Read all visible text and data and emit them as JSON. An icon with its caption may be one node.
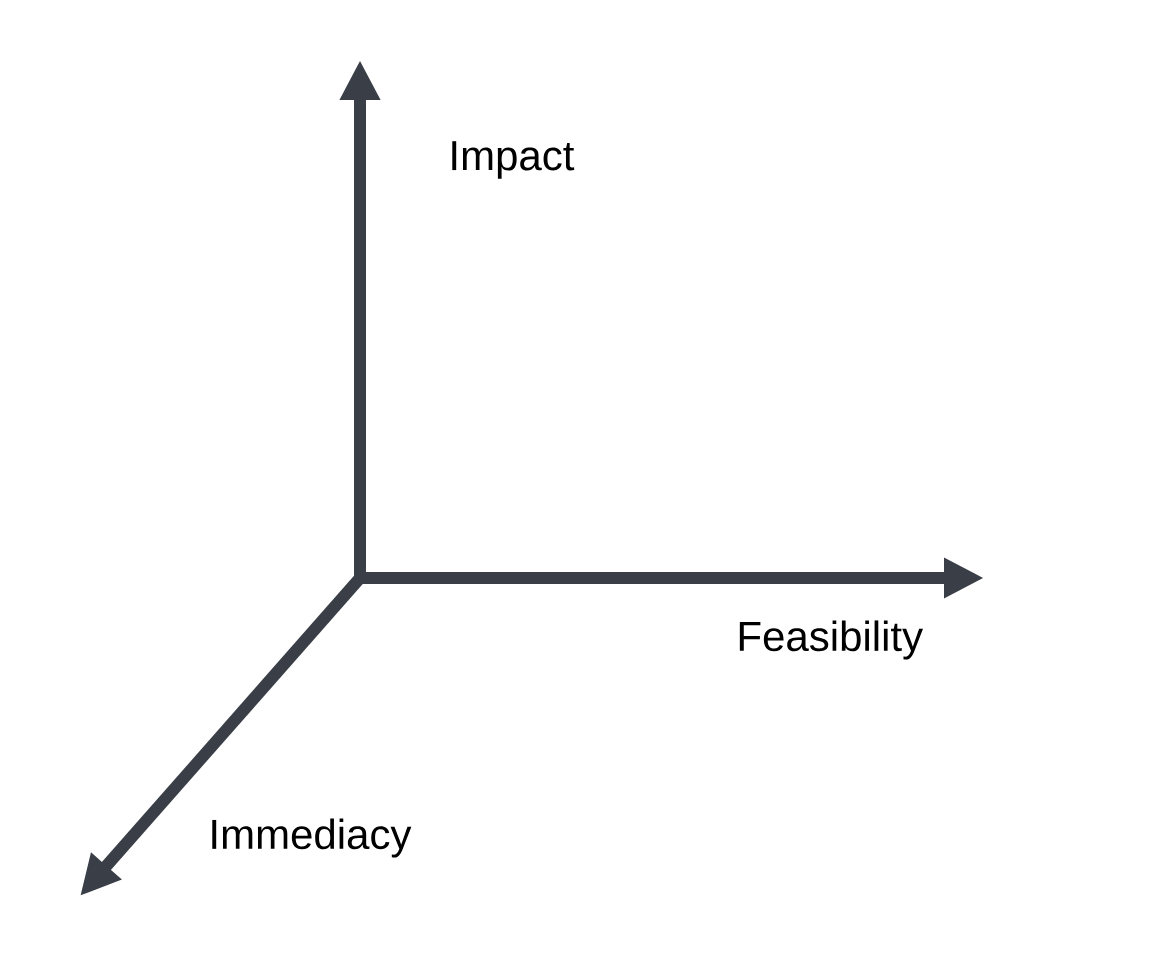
{
  "diagram": {
    "labels": [
      "Impact",
      "Feasibility",
      "Immediacy"
    ]
  }
}
